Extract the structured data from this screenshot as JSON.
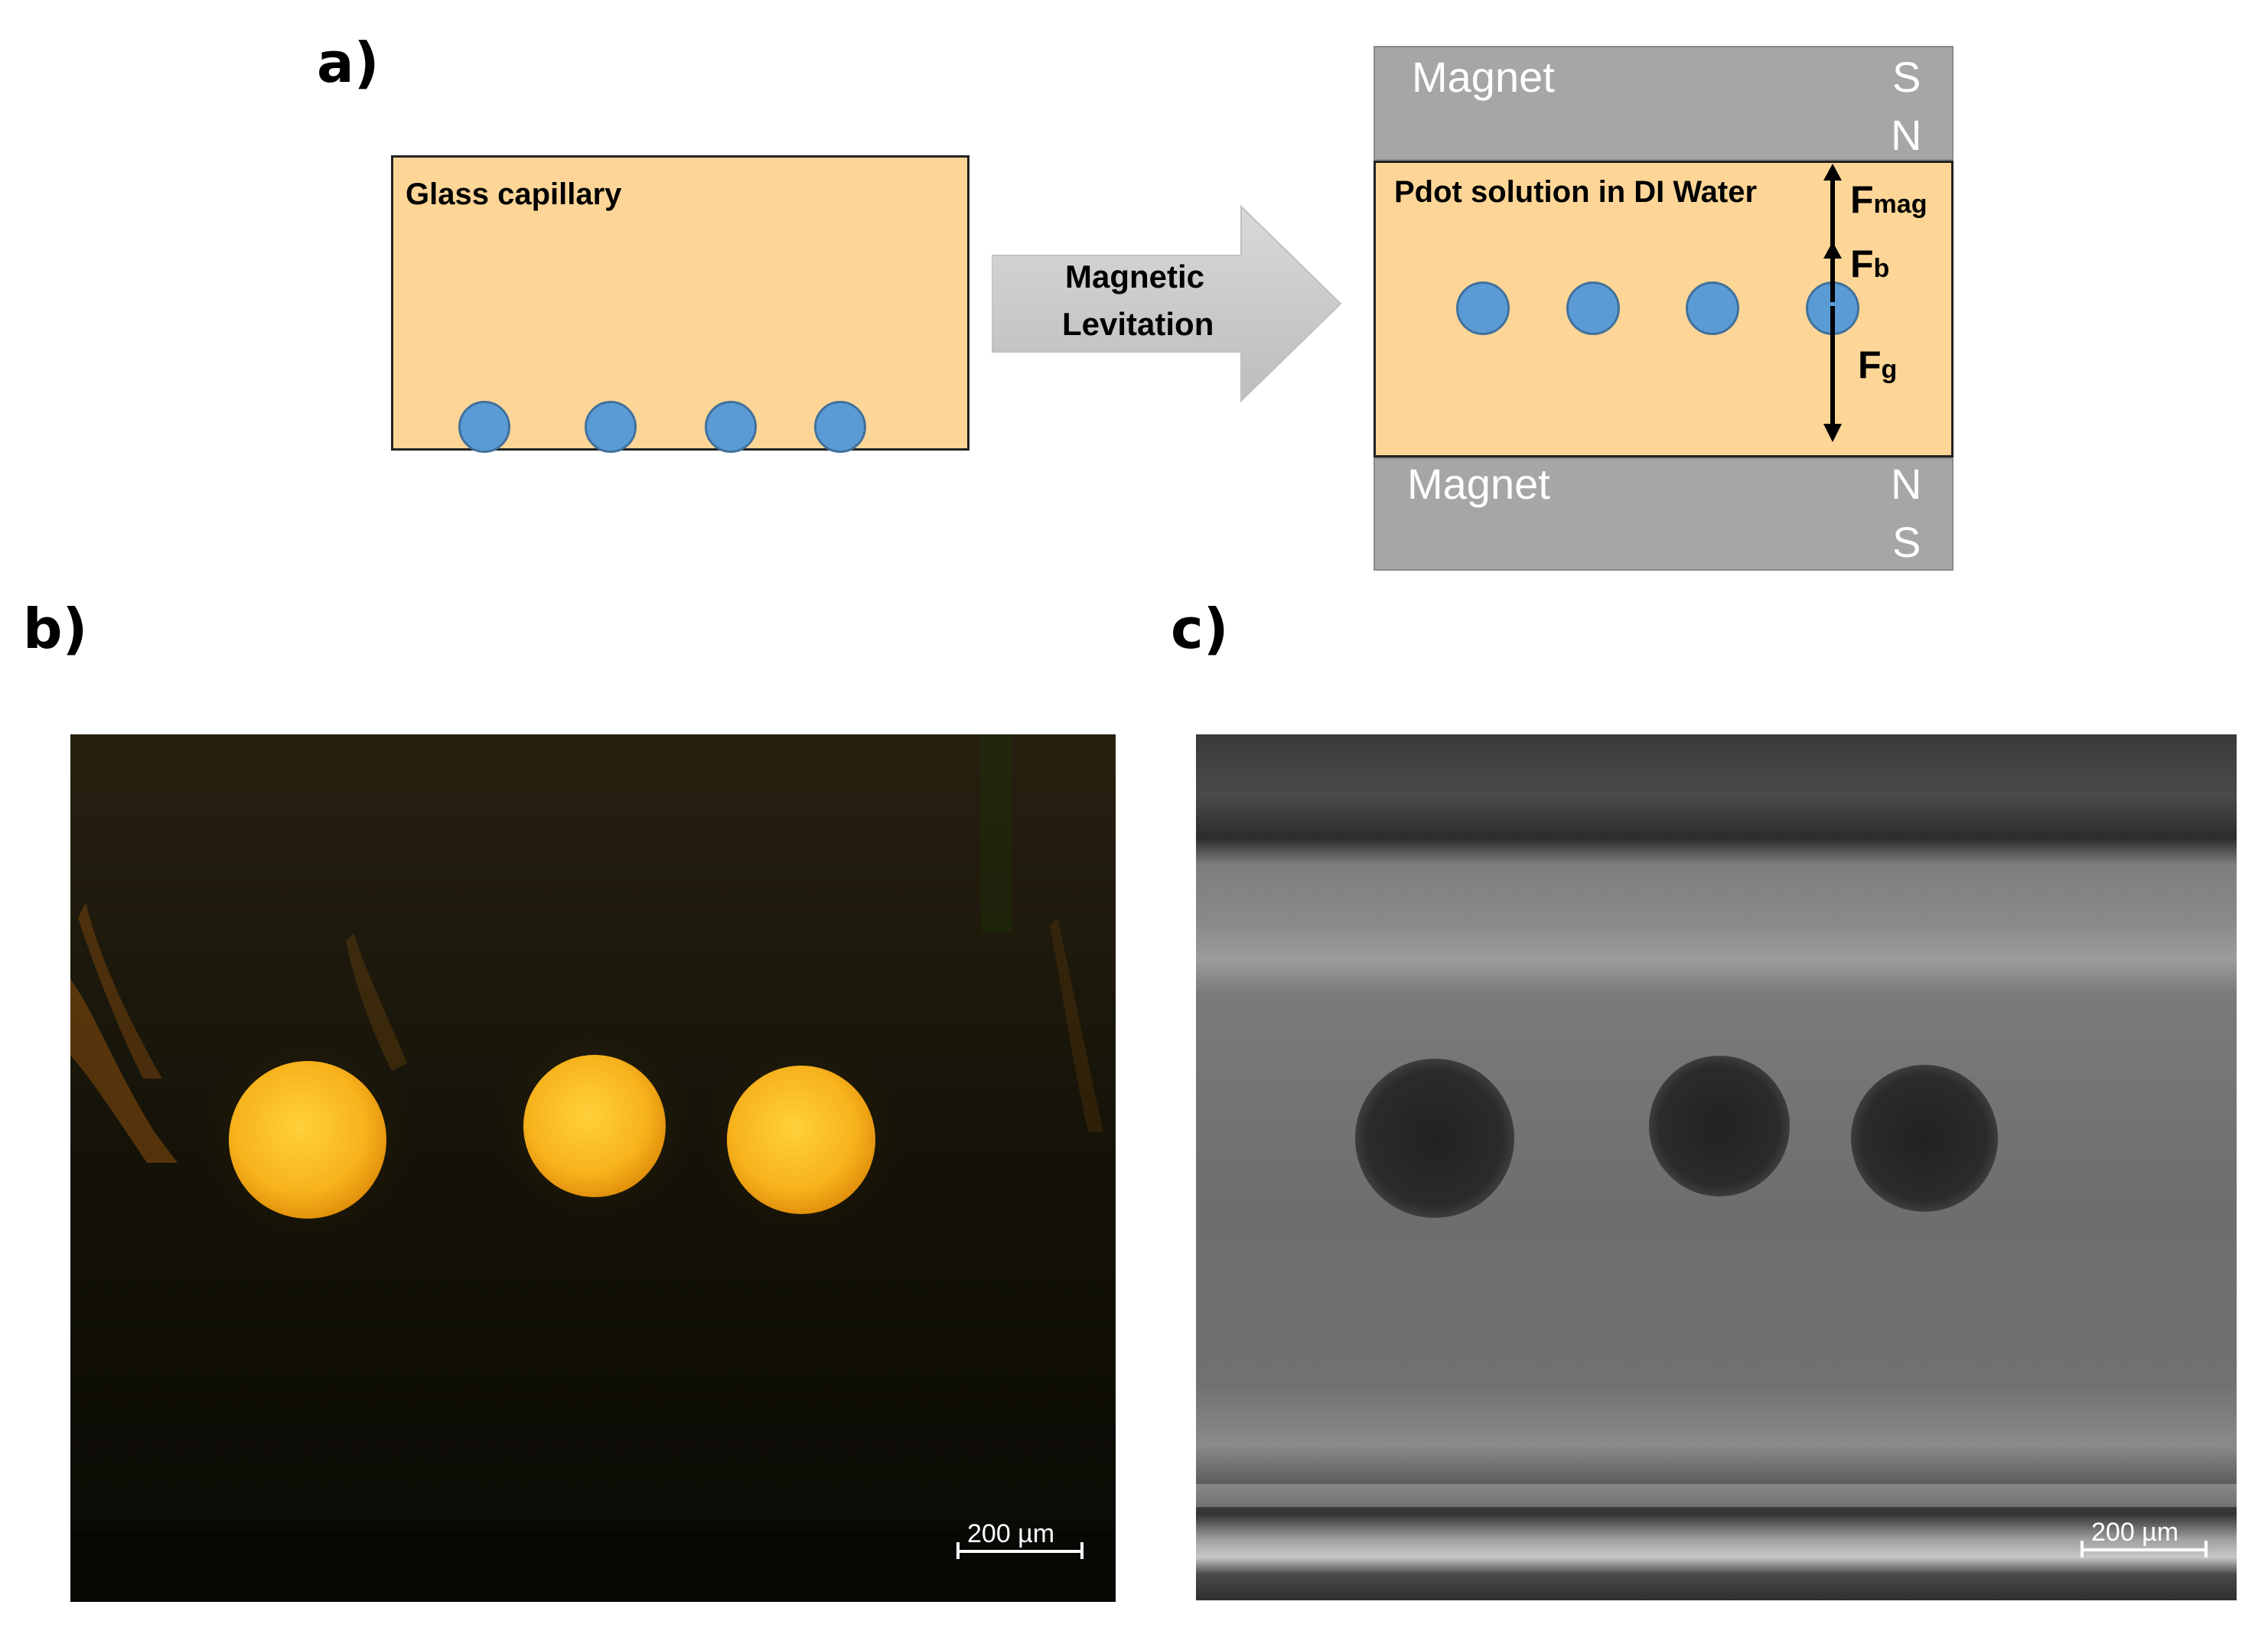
{
  "panel_labels": {
    "a": "a)",
    "b": "b)",
    "c": "c)"
  },
  "diagram": {
    "left_box_label": "Glass capillary",
    "arrow_label_line1": "Magnetic",
    "arrow_label_line2": "Levitation",
    "right_box_label": "Pdot solution in DI Water",
    "top_magnet": {
      "label": "Magnet",
      "pole_top": "S",
      "pole_bottom": "N"
    },
    "bottom_magnet": {
      "label": "Magnet",
      "pole_top": "N",
      "pole_bottom": "S"
    },
    "forces": {
      "mag": {
        "main": "F",
        "sub": "mag"
      },
      "b": {
        "main": "F",
        "sub": "b"
      },
      "g": {
        "main": "F",
        "sub": "g"
      }
    },
    "colors": {
      "capillary": "#fdd697",
      "bead": "#5b9bd5",
      "magnet": "#a6a6a6",
      "arrow": "#c8c8c8"
    }
  },
  "micrograph_b": {
    "scale_bar": "200 µm",
    "type": "fluorescence"
  },
  "micrograph_c": {
    "scale_bar": "200 µm",
    "type": "brightfield"
  }
}
